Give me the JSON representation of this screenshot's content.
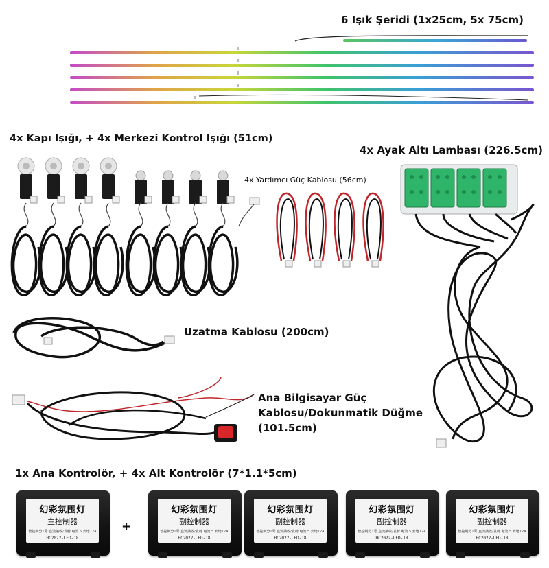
{
  "labels": {
    "strips": "6 Işık Şeridi (1x25cm, 5x 75cm)",
    "door_lights": "4x Kapı Işığı, + 4x Merkezi Kontrol Işığı (51cm)",
    "footwell": "4x Ayak Altı Lambası (226.5cm)",
    "aux_power": "4x Yardımcı Güç Kablosu (56cm)",
    "extension": "Uzatma Kablosu (200cm)",
    "power_line1": "Ana Bilgisayar Güç",
    "power_line2": "Kablosu/Dokunmatik Düğme",
    "power_line3": "(101.5cm)",
    "controllers": "1x Ana Kontrolör, + 4x Alt Kontrolör (7*1.1*5cm)",
    "plus": "+"
  },
  "controllers": [
    {
      "title": "幻彩氛围灯",
      "subtitle": "主控制器",
      "spec": "管控制分1号 直流接收/发射 电流 5 安培12A",
      "code": "HC2022-LED-18"
    },
    {
      "title": "幻彩氛围灯",
      "subtitle": "副控制器",
      "spec": "管控制分1号 直流接收/发射 电流 5 安培12A",
      "code": "HC2022-LED-18"
    },
    {
      "title": "幻彩氛围灯",
      "subtitle": "副控制器",
      "spec": "管控制分1号 直流接收/发射 电流 5 安培12A",
      "code": "HC2022-LED-18"
    },
    {
      "title": "幻彩氛围灯",
      "subtitle": "副控制器",
      "spec": "管控制分1号 直流接收/发射 电流 5 安培12A",
      "code": "HC2022-LED-18"
    },
    {
      "title": "幻彩氛围灯",
      "subtitle": "副控制器",
      "spec": "管控制分1号 直流接收/发射 电流 5 安培12A",
      "code": "HC2022-LED-18"
    }
  ],
  "colors": {
    "cable": "#111111",
    "led_green": "#2fb56a",
    "aux_red": "#c0262b",
    "button_red": "#d8262b"
  },
  "icons": [
    "rainbow-led-strip",
    "door-light-module",
    "footwell-lamp",
    "power-cable",
    "touch-button",
    "controller-box"
  ]
}
